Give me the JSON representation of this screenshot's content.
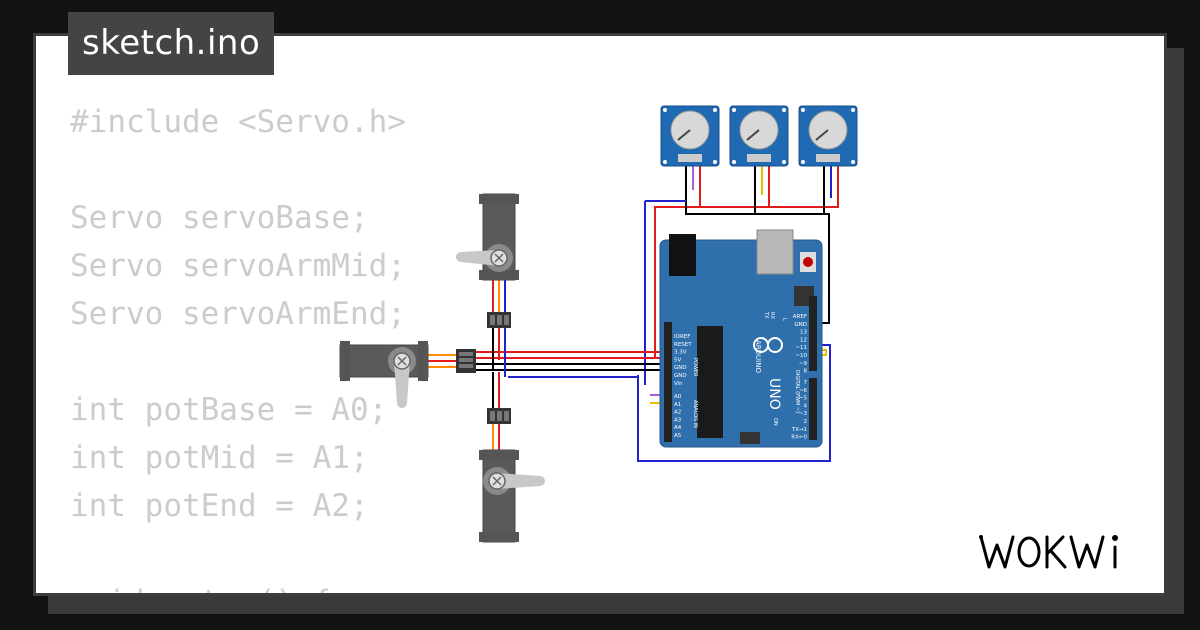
{
  "filename": "sketch.ino",
  "code_lines": [
    "#include <Servo.h>",
    "",
    "Servo servoBase;",
    "Servo servoArmMid;",
    "Servo servoArmEnd;",
    "",
    "int potBase = A0;",
    "int potMid = A1;",
    "int potEnd = A2;",
    "",
    "void setup() {"
  ],
  "logo_text": "WOKWi",
  "board": {
    "name": "ARDUINO",
    "model": "UNO",
    "power_pins": [
      "IOREF",
      "RESET",
      "3.3V",
      "5V",
      "GND",
      "GND",
      "Vin"
    ],
    "power_label": "POWER",
    "analog_pins": [
      "A0",
      "A1",
      "A2",
      "A3",
      "A4",
      "A5"
    ],
    "analog_label": "ANALOG IN",
    "digital_top": [
      "AREF",
      "GND",
      "13",
      "12",
      "~11",
      "~10",
      "~9",
      "8"
    ],
    "digital_bottom": [
      "7",
      "~6",
      "~5",
      "4",
      "~3",
      "2",
      "TX→1",
      "RX←0"
    ],
    "digital_label": "DIGITAL (PWM ~)",
    "led_labels": [
      "TX",
      "RX",
      "L"
    ],
    "on_label": "ON"
  },
  "colors": {
    "board": "#2f6fab",
    "wire_red": "#e11b1b",
    "wire_black": "#000000",
    "wire_blue": "#2222cc",
    "wire_orange": "#ff8c00",
    "wire_purple": "#b05fd0",
    "wire_yellow": "#e8c000",
    "servo_body": "#5a5a5a",
    "pot_module": "#1f6ab3"
  }
}
